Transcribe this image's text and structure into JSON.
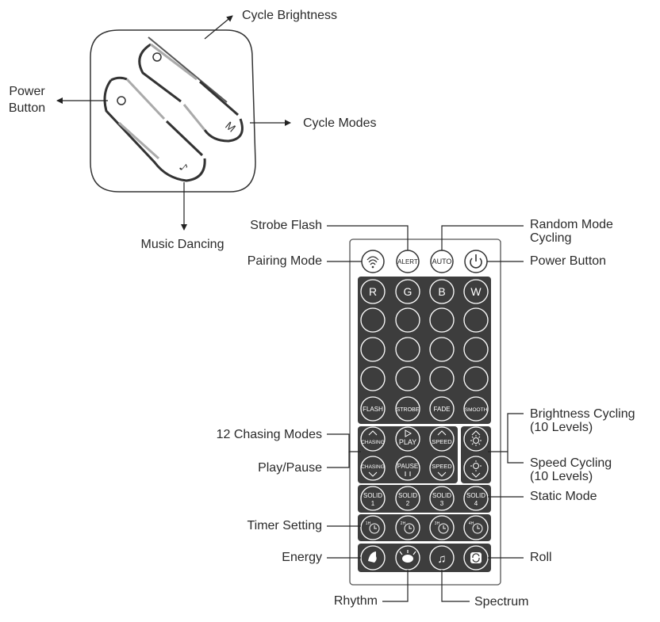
{
  "small_remote": {
    "labels": {
      "cycle_brightness": "Cycle Brightness",
      "power_button_1": "Power",
      "power_button_2": "Button",
      "cycle_modes": "Cycle Modes",
      "music_dancing": "Music Dancing"
    }
  },
  "big_remote": {
    "labels": {
      "strobe_flash": "Strobe Flash",
      "random_mode_1": "Random Mode",
      "random_mode_2": "Cycling",
      "pairing_mode": "Pairing Mode",
      "power_button": "Power Button",
      "chasing_modes": "12 Chasing Modes",
      "play_pause": "Play/Pause",
      "brightness_cycling_1": "Brightness Cycling",
      "brightness_cycling_2": "(10 Levels)",
      "speed_cycling_1": "Speed Cycling",
      "speed_cycling_2": "(10 Levels)",
      "static_mode": "Static Mode",
      "timer_setting": "Timer Setting",
      "energy": "Energy",
      "roll": "Roll",
      "rhythm": "Rhythm",
      "spectrum": "Spectrum"
    },
    "buttons": {
      "alert": "ALERT",
      "auto": "AUTO",
      "r": "R",
      "g": "G",
      "b": "B",
      "w": "W",
      "flash": "FLASH",
      "strobe": "STROBE",
      "fade": "FADE",
      "smooth": "SMOOTH",
      "chasing": "CHASING",
      "play": "PLAY",
      "pause": "PAUSE",
      "speed": "SPEED",
      "solid": "SOLID",
      "solid_nums": [
        "1",
        "2",
        "3",
        "4"
      ],
      "timer_nums": [
        "1H",
        "2H",
        "3H",
        "4H"
      ]
    }
  }
}
